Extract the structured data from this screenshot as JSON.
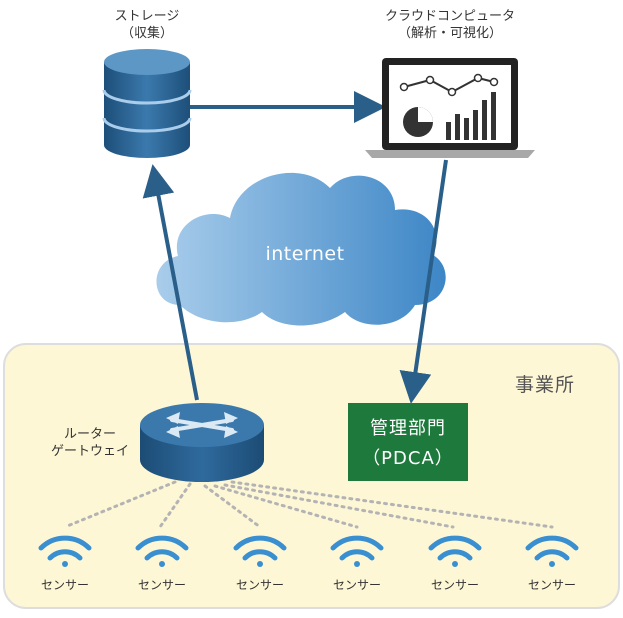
{
  "storage": {
    "title": "ストレージ",
    "subtitle": "（収集）"
  },
  "cloud_computer": {
    "title": "クラウドコンピュータ",
    "subtitle": "（解析・可視化）"
  },
  "internet": {
    "label": "internet"
  },
  "site": {
    "label": "事業所"
  },
  "router": {
    "line1": "ルーター",
    "line2": "ゲートウェイ"
  },
  "management": {
    "line1": "管理部門",
    "line2": "（PDCA）"
  },
  "sensors": [
    {
      "label": "センサー"
    },
    {
      "label": "センサー"
    },
    {
      "label": "センサー"
    },
    {
      "label": "センサー"
    },
    {
      "label": "センサー"
    },
    {
      "label": "センサー"
    }
  ],
  "colors": {
    "arrow": "#2a5f8a",
    "site_bg": "#fdf7d6",
    "management_bg": "#1e7a3c",
    "cloud": "#6fa8d6",
    "wifi": "#3a8fd0"
  }
}
